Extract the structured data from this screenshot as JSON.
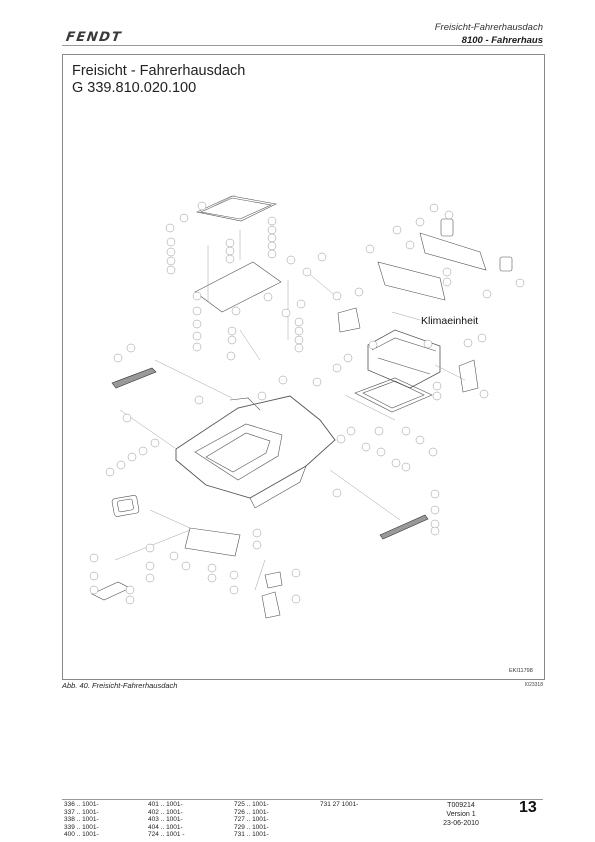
{
  "header": {
    "brand": "FENDT",
    "title_line1": "Freisicht-Fahrerhausdach",
    "title_line2": "8100 - Fahrerhaus"
  },
  "figure": {
    "title_line1": "Freisicht - Fahrerhausdach",
    "title_line2": "G 339.810.020.100",
    "label_klimaeinheit": "Klimaeinheit",
    "drawing_id": "EKI11798",
    "caption": "Abb. 40. Freisicht-Fahrerhausdach",
    "caption_id": "I023318"
  },
  "footer": {
    "serial_col1": [
      "336 .. 1001-",
      "337 .. 1001-",
      "338 .. 1001-",
      "339 .. 1001-",
      "400 .. 1001-"
    ],
    "serial_col2": [
      "401 .. 1001-",
      "402 .. 1001-",
      "403 .. 1001-",
      "404 .. 1001-",
      "724 .. 1001 -"
    ],
    "serial_col3": [
      "725 .. 1001-",
      "726 .. 1001-",
      "727 .. 1001-",
      "729 .. 1001-",
      "731 .. 1001-"
    ],
    "serial_col4": [
      "731 27 1001-"
    ],
    "doc_number": "T009214",
    "version": "Version 1",
    "date": "23-06-2010",
    "page_number": "13"
  }
}
